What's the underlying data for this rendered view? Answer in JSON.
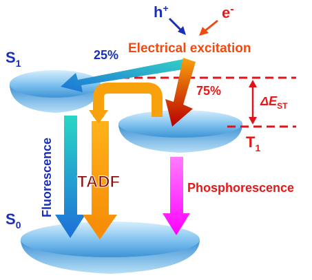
{
  "states": {
    "s1": {
      "main": "S",
      "sub": "1"
    },
    "s0": {
      "main": "S",
      "sub": "0"
    },
    "t1": {
      "main": "T",
      "sub": "1"
    }
  },
  "carriers": {
    "hole": {
      "main": "h",
      "sup": "+"
    },
    "electron": {
      "main": "e",
      "sup": "-"
    }
  },
  "excitation": {
    "label": "Electrical excitation",
    "singlet_fraction": "25%",
    "triplet_fraction": "75%"
  },
  "gap": {
    "delta": "ΔE",
    "sub": "ST"
  },
  "processes": {
    "fluorescence": "Fluorescence",
    "tadf": "TADF",
    "phosphorescence": "Phosphorescence"
  },
  "colors": {
    "disk": "#6fb8ec",
    "disk_dark": "#2f86cf",
    "label_blue": "#1a2fb8",
    "label_red": "#e81818",
    "excitation_orange": "#f04a10",
    "tadf_orange": "#f7a10c",
    "phosphorescence_magenta": "#ff00ff",
    "fluorescence_cyan": "#22c7c9",
    "dashed_red": "#e0131b"
  }
}
